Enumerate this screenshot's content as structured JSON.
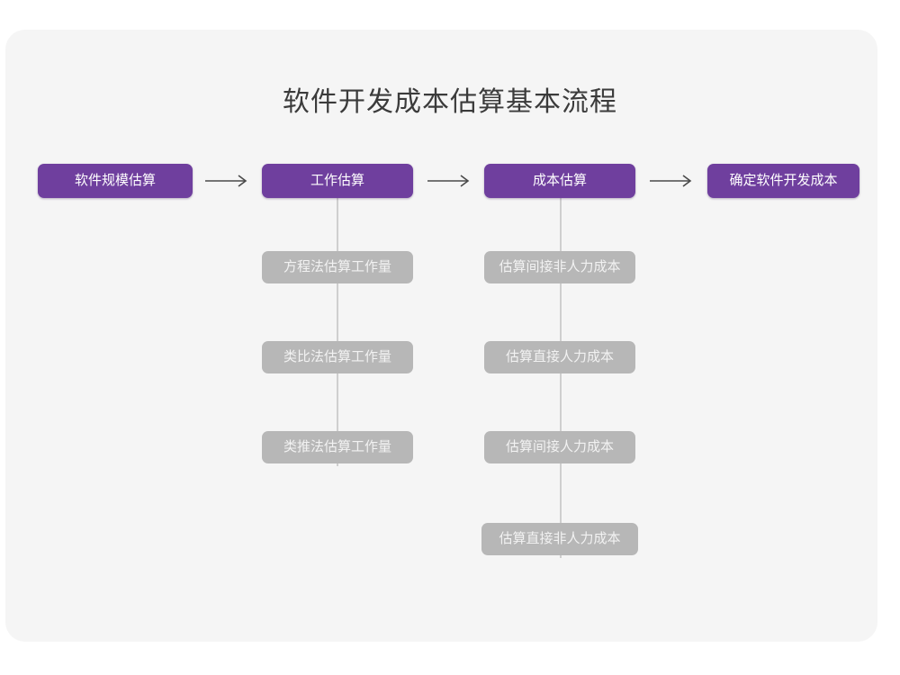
{
  "card": {
    "background": "#f5f5f5"
  },
  "title": "软件开发成本估算基本流程",
  "colors": {
    "primary": "#6f3f9e",
    "secondary": "#b7b7b7",
    "connector": "#cfcfcf",
    "arrow": "#4a4a4a",
    "title_text": "#3b3b3b",
    "canvas": "#ffffff"
  },
  "flow": {
    "main_steps": [
      {
        "label": "软件规模估算"
      },
      {
        "label": "工作估算"
      },
      {
        "label": "成本估算"
      },
      {
        "label": "确定软件开发成本"
      }
    ],
    "arrows": [
      {
        "name": "arrow-1",
        "glyph": "⟶"
      },
      {
        "name": "arrow-2",
        "glyph": "⟶"
      },
      {
        "name": "arrow-3",
        "glyph": "⟶"
      }
    ],
    "branches": [
      {
        "parent": "工作估算",
        "items": [
          {
            "label": "方程法估算工作量"
          },
          {
            "label": "类比法估算工作量"
          },
          {
            "label": "类推法估算工作量"
          }
        ]
      },
      {
        "parent": "成本估算",
        "items": [
          {
            "label": "估算间接非人力成本"
          },
          {
            "label": "估算直接人力成本"
          },
          {
            "label": "估算间接人力成本"
          },
          {
            "label": "估算直接非人力成本"
          }
        ]
      }
    ]
  }
}
